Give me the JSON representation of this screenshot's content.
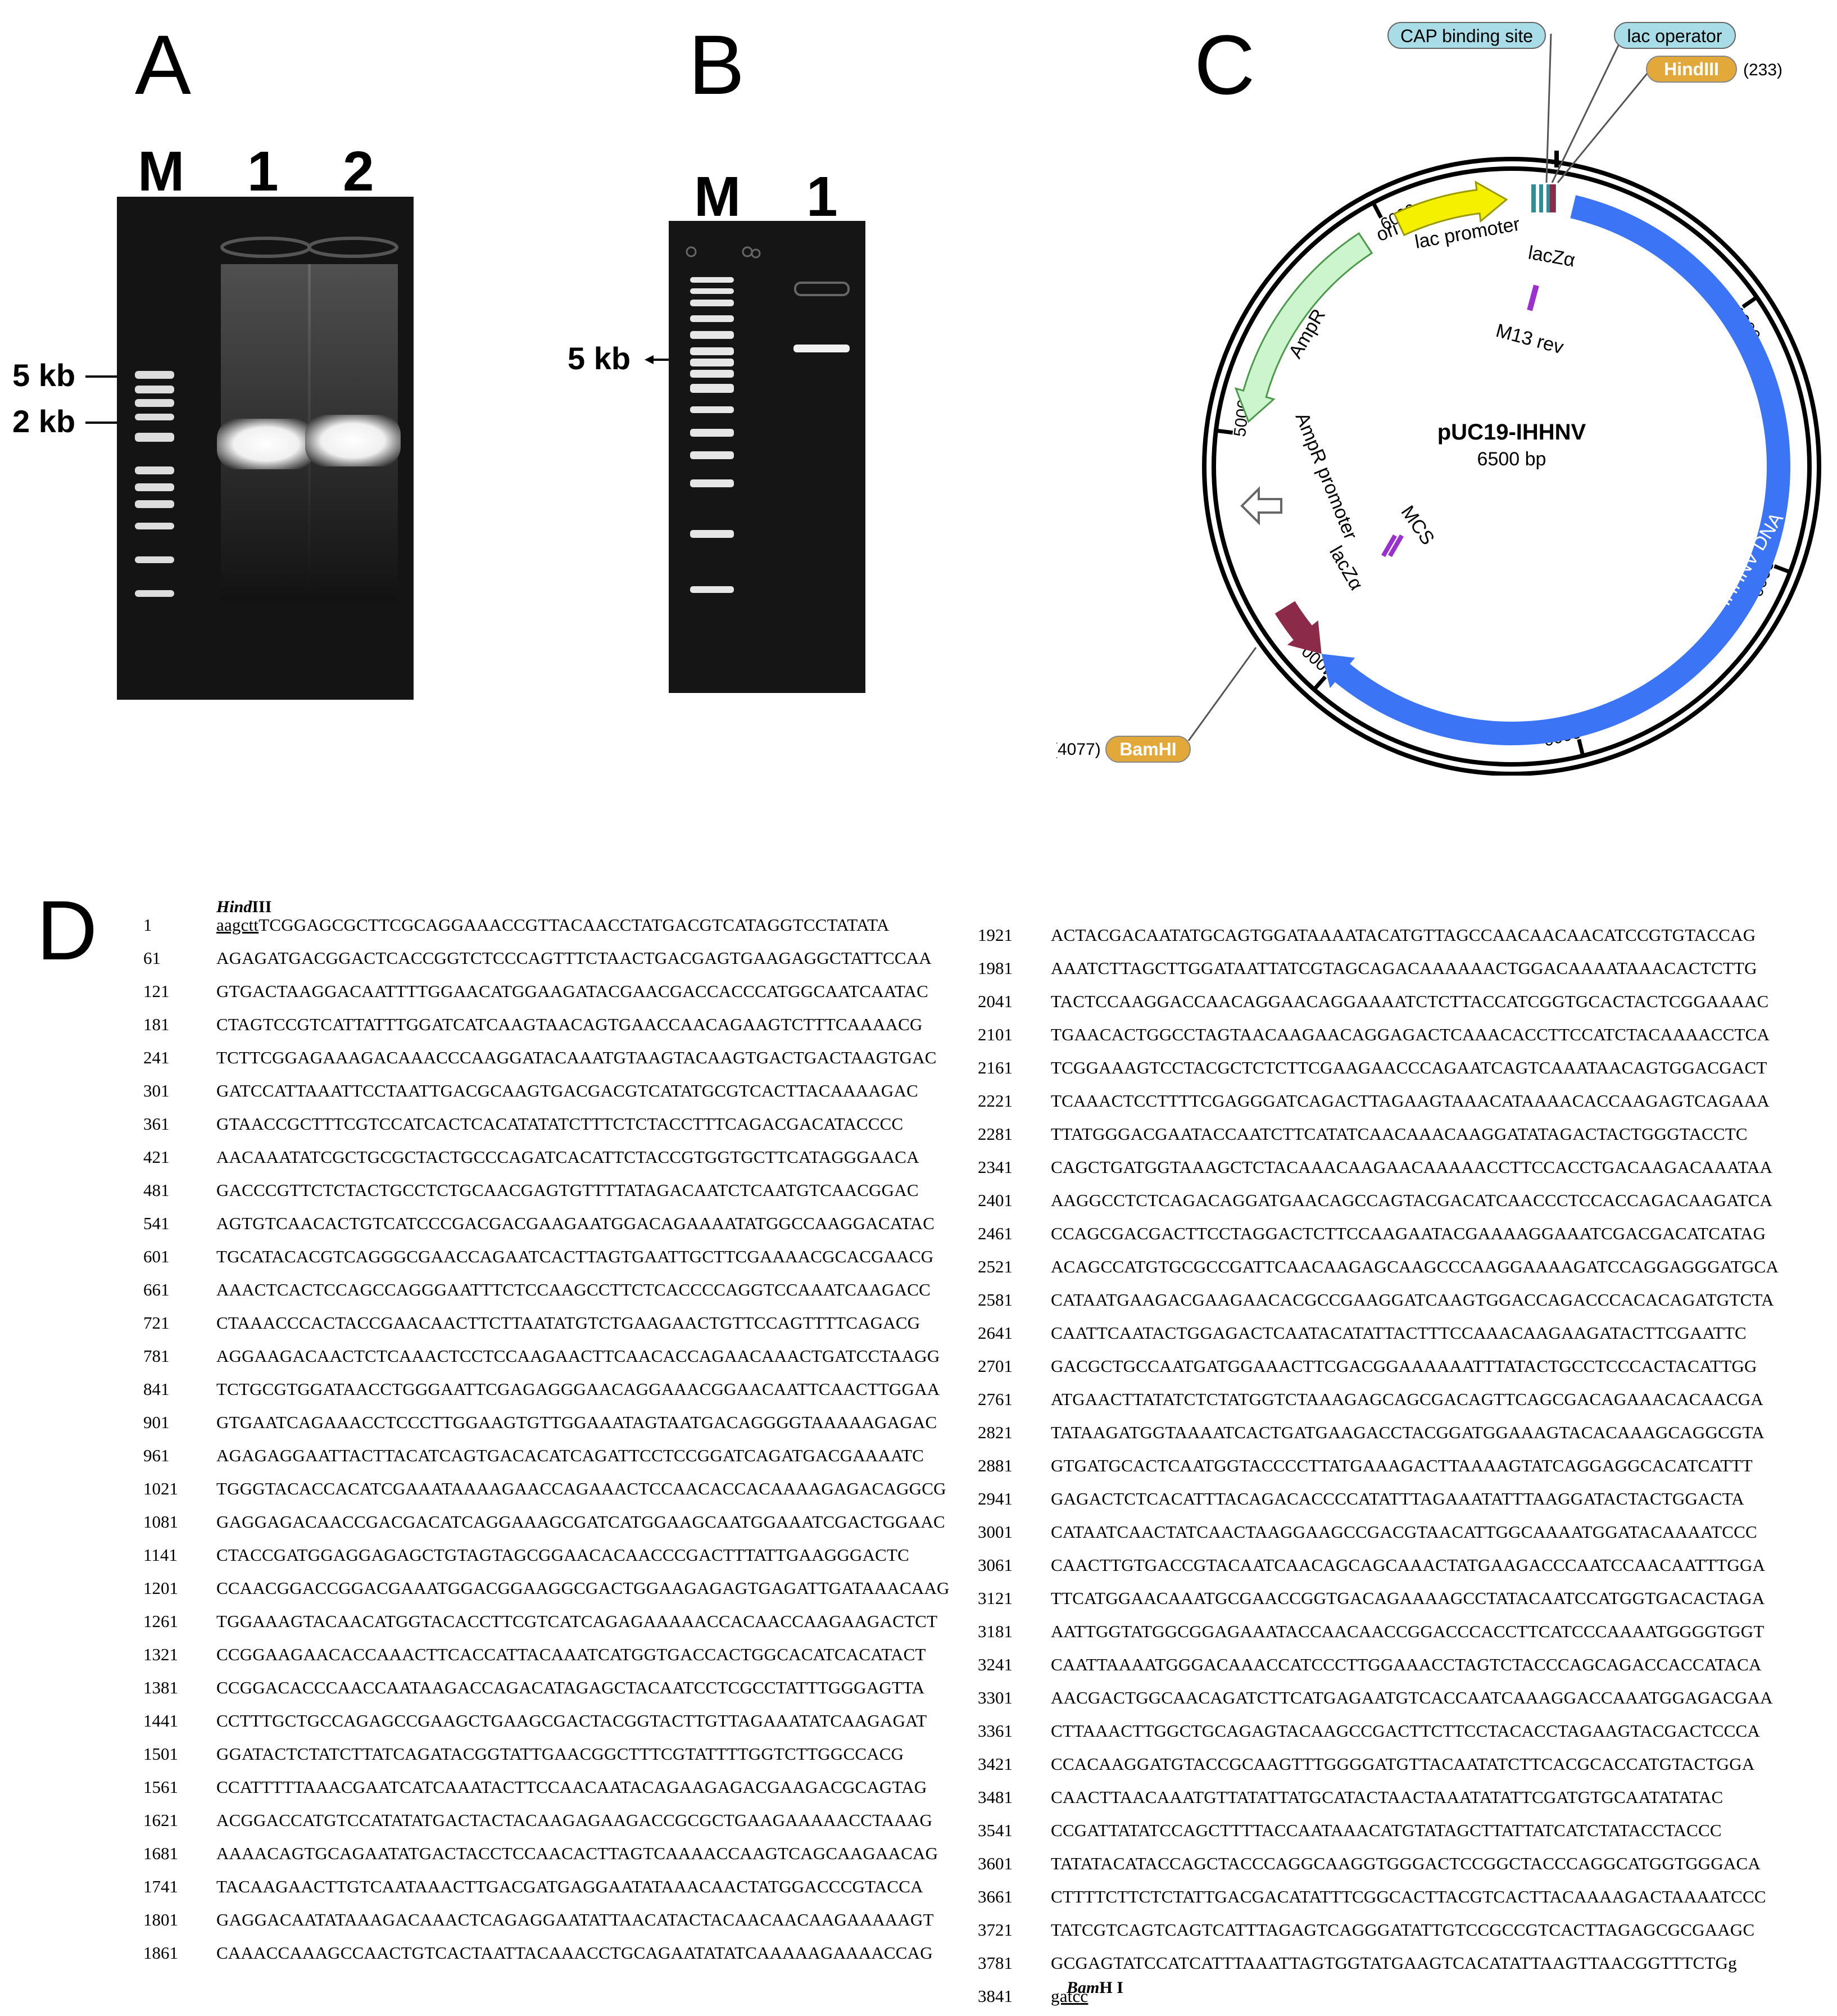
{
  "panels": {
    "a": {
      "letter": "A",
      "lanes": [
        "M",
        "1",
        "2"
      ],
      "markers": [
        {
          "label": "5 kb"
        },
        {
          "label": "2 kb"
        }
      ]
    },
    "b": {
      "letter": "B",
      "lanes": [
        "M",
        "1"
      ],
      "markers": [
        {
          "label": "5 kb"
        }
      ]
    },
    "c": {
      "letter": "C",
      "plasmid": {
        "name": "pUC19-IHHNV",
        "size_label": "6500 bp",
        "total_bp": 6500,
        "ticks": [
          {
            "pos": 1000,
            "label": "1000"
          },
          {
            "pos": 2000,
            "label": "2000"
          },
          {
            "pos": 3000,
            "label": "3000"
          },
          {
            "pos": 4000,
            "label": "4000"
          },
          {
            "pos": 5000,
            "label": "5000"
          },
          {
            "pos": 6000,
            "label": "6000"
          }
        ],
        "features": [
          {
            "name": "IHHNV DNA",
            "start": 240,
            "end": 4070,
            "color": "#3b74f5"
          },
          {
            "name": "lacZα",
            "start": 4070,
            "end": 4300,
            "color": "#8c2a4a"
          },
          {
            "name": "AmpR",
            "start": 5050,
            "end": 5900,
            "color": "#cdf5cd"
          },
          {
            "name": "ori",
            "start": 6050,
            "end": 6480,
            "color": "#f5f000"
          }
        ],
        "inner_labels": {
          "lac_promoter": "lac promoter",
          "lacz_alpha_top": "lacZα",
          "m13_rev": "M13 rev",
          "ampr_promoter": "AmpR promoter",
          "mcs": "MCS",
          "lacz_alpha_bottom": "lacZα",
          "ampr": "AmpR",
          "ori": "ori",
          "ihhnv": "IHHNV DNA"
        },
        "callouts": {
          "cap": "CAP binding site",
          "lac_operator": "lac operator",
          "hindiii": "HindIII",
          "hindiii_pos": "(233)",
          "bamhi": "BamHI",
          "bamhi_pos": "(4077)"
        },
        "colors": {
          "callout_blue": "#a8dde8",
          "callout_gold": "#e2a83a",
          "ihhnv": "#3b74f5",
          "lacz": "#8c2a4a",
          "mcs": "#9b30d0"
        }
      }
    },
    "d": {
      "letter": "D",
      "hind_label": {
        "italic": "Hind",
        "roman": "III"
      },
      "bam_label": {
        "italic": "Bam",
        "roman": "H I"
      },
      "left_rows": [
        {
          "num": "1",
          "seq": "TCGGAGCGCTTCGCAGGAAACCGTTACAACCTATGACGTCATAGGTCCTATATA",
          "prefix": "aagctt"
        },
        {
          "num": "61",
          "seq": "AGAGATGACGGACTCACCGGTCTCCCAGTTTCTAACTGACGAGTGAAGAGGCTATTCCAA"
        },
        {
          "num": "121",
          "seq": "GTGACTAAGGACAATTTTGGAACATGGAAGATACGAACGACCACCCATGGCAATCAATAC"
        },
        {
          "num": "181",
          "seq": "CTAGTCCGTCATTATTTGGATCATCAAGTAACAGTGAACCAACAGAAGTCTTTCAAAACG"
        },
        {
          "num": "241",
          "seq": "TCTTCGGAGAAAGACAAACCCAAGGATACAAATGTAAGTACAAGTGACTGACTAAGTGAC"
        },
        {
          "num": "301",
          "seq": "GATCCATTAAATTCCTAATTGACGCAAGTGACGACGTCATATGCGTCACTTACAAAAGAC"
        },
        {
          "num": "361",
          "seq": "GTAACCGCTTTCGTCCATCACTCACATATATCTTTCTCTACCTTTCAGACGACATACCCC"
        },
        {
          "num": "421",
          "seq": "AACAAATATCGCTGCGCTACTGCCCAGATCACATTCTACCGTGGTGCTTCATAGGGAACA"
        },
        {
          "num": "481",
          "seq": "GACCCGTTCTCTACTGCCTCTGCAACGAGTGTTTTATAGACAATCTCAATGTCAACGGAC"
        },
        {
          "num": "541",
          "seq": "AGTGTCAACACTGTCATCCCGACGACGAAGAATGGACAGAAAATATGGCCAAGGACATAC"
        },
        {
          "num": "601",
          "seq": "TGCATACACGTCAGGGCGAACCAGAATCACTTAGTGAATTGCTTCGAAAACGCACGAACG"
        },
        {
          "num": "661",
          "seq": "AAACTCACTCCAGCCAGGGAATTTCTCCAAGCCTTCTCACCCCAGGTCCAAATCAAGACC"
        },
        {
          "num": "721",
          "seq": "CTAAACCCACTACCGAACAACTTCTTAATATGTCTGAAGAACTGTTCCAGTTTTCAGACG"
        },
        {
          "num": "781",
          "seq": "AGGAAGACAACTCTCAAACTCCTCCAAGAACTTCAACACCAGAACAAACTGATCCTAAGG"
        },
        {
          "num": "841",
          "seq": "TCTGCGTGGATAACCTGGGAATTCGAGAGGGAACAGGAAACGGAACAATTCAACTTGGAA"
        },
        {
          "num": "901",
          "seq": "GTGAATCAGAAACCTCCCTTGGAAGTGTTGGAAATAGTAATGACAGGGGTAAAAAGAGAC"
        },
        {
          "num": "961",
          "seq": "AGAGAGGAATTACTTACATCAGTGACACATCAGATTCCTCCGGATCAGATGACGAAAATC"
        },
        {
          "num": "1021",
          "seq": "TGGGTACACCACATCGAAATAAAAGAACCAGAAACTCCAACACCACAAAAGAGACAGGCG"
        },
        {
          "num": "1081",
          "seq": "GAGGAGACAACCGACGACATCAGGAAAGCGATCATGGAAGCAATGGAAATCGACTGGAAC"
        },
        {
          "num": "1141",
          "seq": "CTACCGATGGAGGAGAGCTGTAGTAGCGGAACACAACCCGACTTTATTGAAGGGACTC"
        },
        {
          "num": "1201",
          "seq": "CCAACGGACCGGACGAAATGGACGGAAGGCGACTGGAAGAGAGTGAGATTGATAAACAAG"
        },
        {
          "num": "1261",
          "seq": "TGGAAAGTACAACATGGTACACCTTCGTCATCAGAGAAAAACCACAACCAAGAAGACTCT"
        },
        {
          "num": "1321",
          "seq": "CCGGAAGAACACCAAACTTCACCATTACAAATCATGGTGACCACTGGCACATCACATACT"
        },
        {
          "num": "1381",
          "seq": "CCGGACACCCAACCAATAAGACCAGACATAGAGCTACAATCCTCGCCTATTTGGGAGTTA"
        },
        {
          "num": "1441",
          "seq": "CCTTTGCTGCCAGAGCCGAAGCTGAAGCGACTACGGTACTTGTTAGAAATATCAAGAGAT"
        },
        {
          "num": "1501",
          "seq": "GGATACTCTATCTTATCAGATACGGTATTGAACGGCTTTCGTATTTTGGTCTTGGCCACG"
        },
        {
          "num": "1561",
          "seq": "CCATTTTTAAACGAATCATCAAATACTTCCAACAATACAGAAGAGACGAAGACGCAGTAG"
        },
        {
          "num": "1621",
          "seq": "ACGGACCATGTCCATATATGACTACTACAAGAGAAGACCGCGCTGAAGAAAAACCTAAAG"
        },
        {
          "num": "1681",
          "seq": "AAAACAGTGCAGAATATGACTACCTCCAACACTTAGTCAAAACCAAGTCAGCAAGAACAG"
        },
        {
          "num": "1741",
          "seq": "TACAAGAACTTGTCAATAAACTTGACGATGAGGAATATAAACAACTATGGACCCGTACCA"
        },
        {
          "num": "1801",
          "seq": "GAGGACAATATAAAGACAAACTCAGAGGAATATTAACATACTACAACAACAAGAAAAAGT"
        },
        {
          "num": "1861",
          "seq": "CAAACCAAAGCCAACTGTCACTAATTACAAACCTGCAGAATATATCAAAAAGAAAACCAG"
        }
      ],
      "right_rows": [
        {
          "num": "1921",
          "seq": "ACTACGACAATATGCAGTGGATAAAATACATGTTAGCCAACAACAACATCCGTGTACCAG"
        },
        {
          "num": "1981",
          "seq": "AAATCTTAGCTTGGATAATTATCGTAGCAGACAAAAAACTGGACAAAATAAACACTCTTG"
        },
        {
          "num": "2041",
          "seq": "TACTCCAAGGACCAACAGGAACAGGAAAATCTCTTACCATCGGTGCACTACTCGGAAAAC"
        },
        {
          "num": "2101",
          "seq": "TGAACACTGGCCTAGTAACAAGAACAGGAGACTCAAACACCTTCCATCTACAAAACCTCA"
        },
        {
          "num": "2161",
          "seq": "TCGGAAAGTCCTACGCTCTCTTCGAAGAACCCAGAATCAGTCAAATAACAGTGGACGACT"
        },
        {
          "num": "2221",
          "seq": "TCAAACTCCTTTTCGAGGGATCAGACTTAGAAGTAAACATAAAACACCAAGAGTCAGAAA"
        },
        {
          "num": "2281",
          "seq": "TTATGGGACGAATACCAATCTTCATATCAACAAACAAGGATATAGACTACTGGGTACCTC"
        },
        {
          "num": "2341",
          "seq": "CAGCTGATGGTAAAGCTCTACAAACAAGAACAAAAACCTTCCACCTGACAAGACAAATAA"
        },
        {
          "num": "2401",
          "seq": "AAGGCCTCTCAGACAGGATGAACAGCCAGTACGACATCAACCCTCCACCAGACAAGATCA"
        },
        {
          "num": "2461",
          "seq": "CCAGCGACGACTTCCTAGGACTCTTCCAAGAATACGAAAAGGAAATCGACGACATCATAG"
        },
        {
          "num": "2521",
          "seq": "ACAGCCATGTGCGCCGATTCAACAAGAGCAAGCCCAAGGAAAAGATCCAGGAGGGATGCA"
        },
        {
          "num": "2581",
          "seq": "CATAATGAAGACGAAGAACACGCCGAAGGATCAAGTGGACCAGACCCACACAGATGTCTA"
        },
        {
          "num": "2641",
          "seq": "CAATTCAATACTGGAGACTCAATACATATTACTTTCCAAACAAGAAGATACTTCGAATTC"
        },
        {
          "num": "2701",
          "seq": "GACGCTGCCAATGATGGAAACTTCGACGGAAAAAATTTATACTGCCTCCCACTACATTGG"
        },
        {
          "num": "2761",
          "seq": "ATGAACTTATATCTCTATGGTCTAAAGAGCAGCGACAGTTCAGCGACAGAAACACAACGA"
        },
        {
          "num": "2821",
          "seq": "TATAAGATGGTAAAATCACTGATGAAGACCTACGGATGGAAAGTACACAAAGCAGGCGTA"
        },
        {
          "num": "2881",
          "seq": "GTGATGCACTCAATGGTACCCCTTATGAAAGACTTAAAAGTATCAGGAGGCACATCATTT"
        },
        {
          "num": "2941",
          "seq": "GAGACTCTCACATTTACAGACACCCCATATTTAGAAATATTTAAGGATACTACTGGACTA"
        },
        {
          "num": "3001",
          "seq": "CATAATCAACTATCAACTAAGGAAGCCGACGTAACATTGGCAAAATGGATACAAAATCCC"
        },
        {
          "num": "3061",
          "seq": "CAACTTGTGACCGTACAATCAACAGCAGCAAACTATGAAGACCCAATCCAACAATTTGGA"
        },
        {
          "num": "3121",
          "seq": "TTCATGGAACAAATGCGAACCGGTGACAGAAAAGCCTATACAATCCATGGTGACACTAGA"
        },
        {
          "num": "3181",
          "seq": "AATTGGTATGGCGGAGAAATACCAACAACCGGACCCACCTTCATCCCAAAATGGGGTGGT"
        },
        {
          "num": "3241",
          "seq": "CAATTAAAATGGGACAAACCATCCCTTGGAAACCTAGTCTACCCAGCAGACCACCATACA"
        },
        {
          "num": "3301",
          "seq": "AACGACTGGCAACAGATCTTCATGAGAATGTCACCAATCAAAGGACCAAATGGAGACGAA"
        },
        {
          "num": "3361",
          "seq": "CTTAAACTTGGCTGCAGAGTACAAGCCGACTTCTTCCTACACCTAGAAGTACGACTCCCA"
        },
        {
          "num": "3421",
          "seq": "CCACAAGGATGTACCGCAAGTTTGGGGATGTTACAATATCTTCACGCACCATGTACTGGA"
        },
        {
          "num": "3481",
          "seq": "CAACTTAACAAATGTTATATTATGCATACTAACTAAATATATTCGATGTGCAATATATAC"
        },
        {
          "num": "3541",
          "seq": "CCGATTATATCCAGCTTTTACCAATAAACATGTATAGCTTATTATCATCTATACCTACCC"
        },
        {
          "num": "3601",
          "seq": "TATATACATACCAGCTACCCAGGCAAGGTGGGACTCCGGCTACCCAGGCATGGTGGGACA"
        },
        {
          "num": "3661",
          "seq": "CTTTTCTTCTCTATTGACGACATATTTCGGCACTTACGTCACTTACAAAAGACTAAAATCCC"
        },
        {
          "num": "3721",
          "seq": "TATCGTCAGTCAGTCATTTAGAGTCAGGGATATTGTCCGCCGTCACTTAGAGCGCGAAGC"
        },
        {
          "num": "3781",
          "seq": "GCGAGTATCCATCATTTAAATTAGTGGTATGAAGTCACATATTAAGTTAACGGTTTCTG",
          "suffix": "g"
        },
        {
          "num": "3841",
          "seq": "",
          "suffix": "gatcc"
        }
      ]
    }
  }
}
